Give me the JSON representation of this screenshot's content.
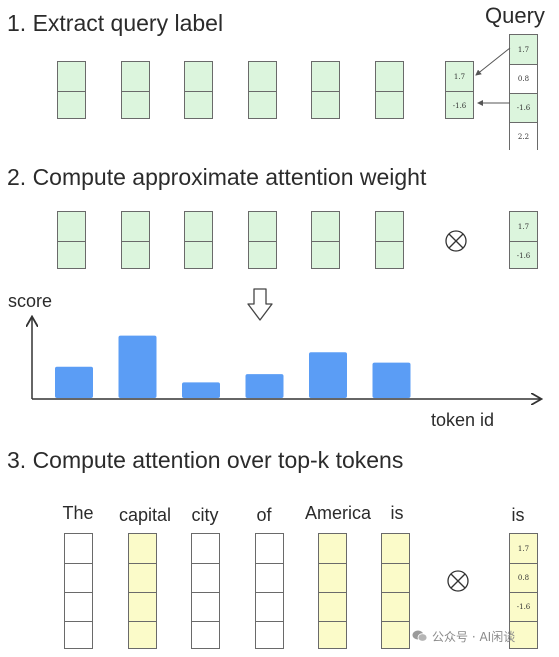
{
  "headings": {
    "step1": "1. Extract query label",
    "step2": "2. Compute approximate attention weight",
    "step3": "3. Compute attention over top-k tokens"
  },
  "query": {
    "title": "Query",
    "values": [
      "1.7",
      "0.8",
      "-1.6",
      "2.2"
    ]
  },
  "step1_labels": [
    "1.7",
    "-1.6"
  ],
  "step2_query": [
    "1.7",
    "-1.6"
  ],
  "chart": {
    "ylabel": "score",
    "xlabel": "token id"
  },
  "chart_data": {
    "type": "bar",
    "values": [
      30,
      60,
      15,
      23,
      44,
      34
    ],
    "color": "#5b9df5"
  },
  "step3": {
    "tokens": [
      "The",
      "capital",
      "city",
      "of",
      "America",
      "is"
    ],
    "highlighted": [
      false,
      true,
      false,
      false,
      true,
      true
    ],
    "query_token": "is",
    "query_values": [
      "1.7",
      "0.8",
      "-1.6",
      ""
    ]
  },
  "colors": {
    "green": "#dcf5dd",
    "yellow": "#fbfbc9",
    "bar": "#5b9df5"
  },
  "watermark": "公众号 · AI闲谈",
  "icons": [
    "otimes-icon",
    "down-arrow-icon",
    "wechat-icon"
  ]
}
